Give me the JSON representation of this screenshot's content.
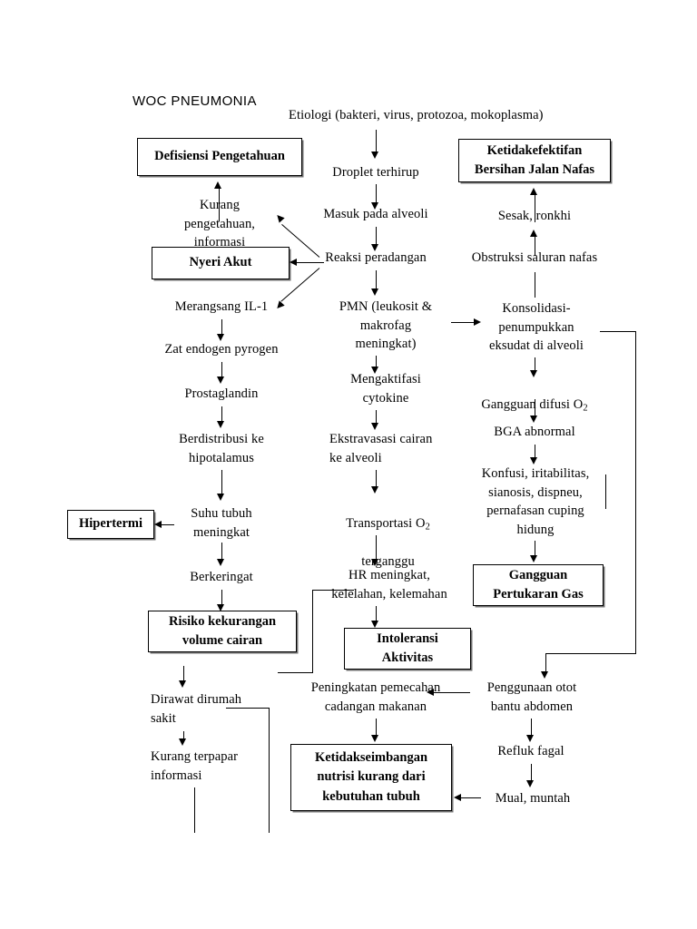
{
  "title": "WOC PNEUMONIA",
  "nodes": {
    "etiologi": "Etiologi (bakteri, virus, protozoa, mokoplasma)",
    "droplet": "Droplet  terhirup",
    "masuk_alveoli": "Masuk pada alveoli",
    "reaksi_peradangan": "Reaksi peradangan",
    "pmn": "PMN (leukosit &\nmakrofag\nmeningkat)",
    "mengaktifasi_cytokine": "Mengaktifasi\ncytokine",
    "ekstravasasi": "Ekstravasasi cairan\nke alveoli",
    "transportasi_o2": "Transportasi O2\nterganggu",
    "transportasi_o2_pre": "Transportasi O",
    "transportasi_o2_sub": "2",
    "transportasi_o2_post": "terganggu",
    "hr_meningkat": "HR meningkat,\nkelelahan, kelemahan",
    "peningkatan_pemecahan": "Peningkatan pemecahan\ncadangan makanan",
    "kurang_pengetahuan": "Kurang\npengetahuan,\ninformasi",
    "merangsang_il1": "Merangsang IL-1",
    "zat_endogen": "Zat endogen pyrogen",
    "prostaglandin": "Prostaglandin",
    "berdistribusi": "Berdistribusi ke\nhipotalamus",
    "suhu_tubuh": "Suhu tubuh\nmeningkat",
    "berkeringat": "Berkeringat",
    "dirawat": "Dirawat dirumah\nsakit",
    "kurang_terpapar": "Kurang terpapar\ninformasi",
    "sesak_ronkhi": "Sesak, ronkhi",
    "obstruksi": "Obstruksi saluran nafas",
    "konsolidasi": "Konsolidasi-\npenumpukkan\neksudat di alveoli",
    "gangguan_difusi_pre": "Gangguan difusi O",
    "gangguan_difusi_sub": "2",
    "bga": "BGA abnormal",
    "konfusi": "Konfusi, iritabilitas,\nsianosis, dispneu,\npernafasan cuping\nhidung",
    "penggunaan_otot": "Penggunaan otot\nbantu abdomen",
    "refluk": "Refluk fagal",
    "mual": "Mual, muntah"
  },
  "diagnoses": {
    "defisiensi": "Defisiensi Pengetahuan",
    "nyeri_akut": "Nyeri Akut",
    "ketidakefektifan": "Ketidakefektifan\nBersihan Jalan Nafas",
    "hipertermi": "Hipertermi",
    "risiko_kekurangan": "Risiko kekurangan\nvolume cairan",
    "intoleransi": "Intoleransi\nAktivitas",
    "gangguan_pertukaran": "Gangguan\nPertukaran Gas",
    "ketidakseimbangan": "Ketidakseimbangan\nnutrisi kurang dari\nkebutuhan tubuh"
  },
  "colors": {
    "ink": "#000000",
    "paper": "#ffffff"
  }
}
